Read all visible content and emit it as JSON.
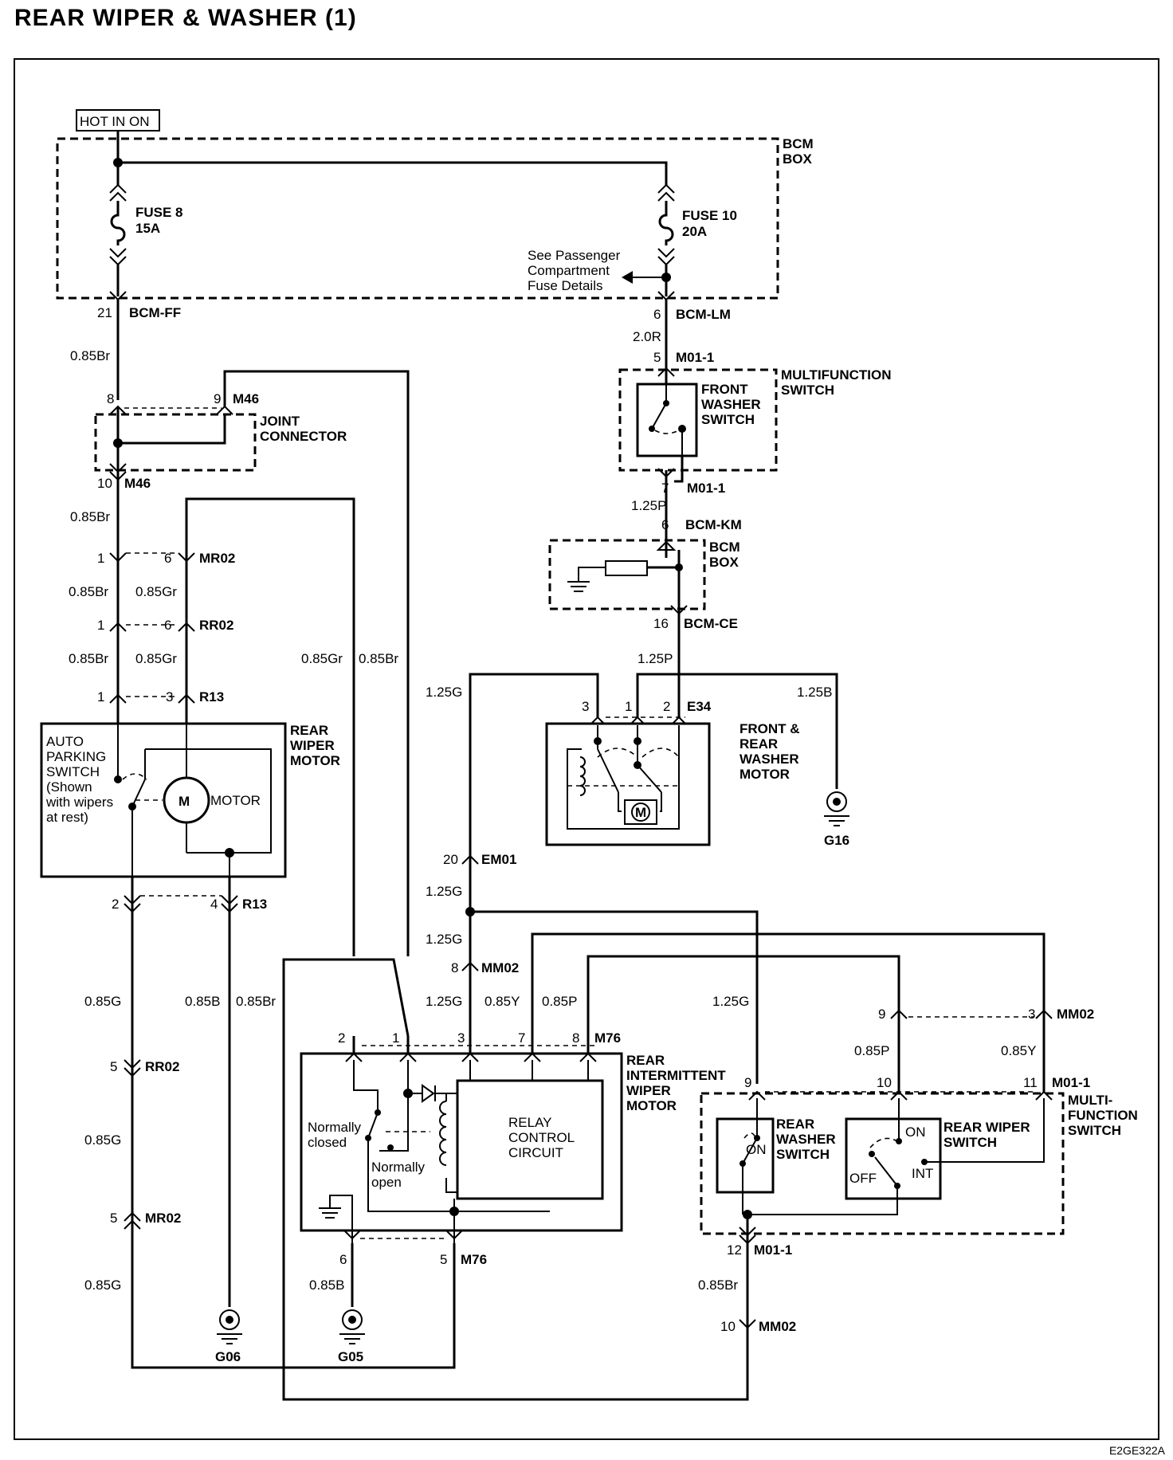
{
  "title": "REAR WIPER & WASHER (1)",
  "ref_code": "E2GE322A",
  "power": "HOT IN ON",
  "bcm_box": "BCM\nBOX",
  "fuse8": {
    "name": "FUSE 8",
    "rating": "15A"
  },
  "fuse10": {
    "name": "FUSE 10",
    "rating": "20A"
  },
  "fuse_note": "See Passenger\nCompartment\nFuse Details",
  "multifunction_switch": "MULTIFUNCTION\nSWITCH",
  "front_washer_switch": "FRONT\nWASHER\nSWITCH",
  "joint_connector": "JOINT\nCONNECTOR",
  "rear_wiper_motor": "REAR\nWIPER\nMOTOR",
  "auto_parking_switch": "AUTO\nPARKING\nSWITCH\n(Shown\nwith wipers\nat rest)",
  "motor_symbol": "M",
  "motor_label": "MOTOR",
  "front_rear_washer_motor": "FRONT &\nREAR\nWASHER\nMOTOR",
  "rear_intermittent_wiper_motor": "REAR\nINTERMITTENT\nWIPER\nMOTOR",
  "relay_control_circuit": "RELAY\nCONTROL\nCIRCUIT",
  "normally_closed": "Normally\nclosed",
  "normally_open": "Normally\nopen",
  "multi_function_switch": "MULTI-\nFUNCTION\nSWITCH",
  "rear_washer_switch": "REAR\nWASHER\nSWITCH",
  "rear_wiper_switch": "REAR WIPER\nSWITCH",
  "sw_on": "ON",
  "sw_off": "OFF",
  "sw_int": "INT",
  "grounds": {
    "g16": "G16",
    "g06": "G06",
    "g05": "G05"
  },
  "connectors": {
    "bcm_ff": "BCM-FF",
    "bcm_lm": "BCM-LM",
    "m01_1": "M01-1",
    "bcm_km": "BCM-KM",
    "bcm_ce": "BCM-CE",
    "m46": "M46",
    "mr02": "MR02",
    "rr02": "RR02",
    "r13": "R13",
    "e34": "E34",
    "em01": "EM01",
    "mm02": "MM02",
    "m76": "M76"
  },
  "pins": {
    "p21": "21",
    "p6a": "6",
    "p5a": "5",
    "p8": "8",
    "p9": "9",
    "p10": "10",
    "p7": "7",
    "p6b": "6",
    "p16": "16",
    "p1a": "1",
    "p6c": "6",
    "p1b": "1",
    "p6d": "6",
    "p1c": "1",
    "p3a": "3",
    "p3b": "3",
    "p1d": "1",
    "p2a": "2",
    "p20": "20",
    "p2b": "2",
    "p4": "4",
    "p8b": "8",
    "p2c": "2",
    "p1e": "1",
    "p3c": "3",
    "p7b": "7",
    "p8c": "8",
    "p9b": "9",
    "p3d": "3",
    "p9c": "9",
    "p10b": "10",
    "p11": "11",
    "p5b": "5",
    "p5c": "5",
    "p6e": "6",
    "p5d": "5",
    "p12": "12",
    "p10c": "10"
  },
  "wires": {
    "w_20R": "2.0R",
    "w_085Br": "0.85Br",
    "w_125P": "1.25P",
    "w_085Gr": "0.85Gr",
    "w_125G": "1.25G",
    "w_125B": "1.25B",
    "w_085G": "0.85G",
    "w_085B": "0.85B",
    "w_085Y": "0.85Y",
    "w_085P": "0.85P"
  }
}
